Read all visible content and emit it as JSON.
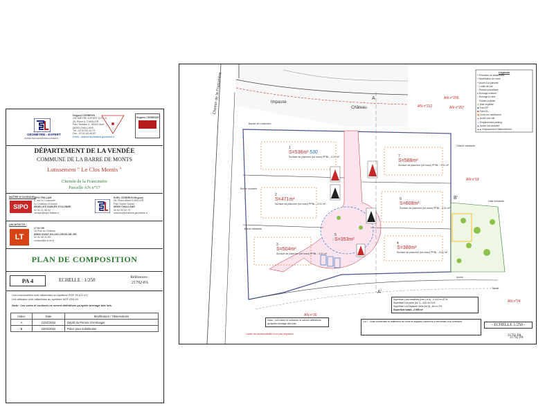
{
  "title_block": {
    "firm_name": "GÉOMÈTRE - EXPERT",
    "firm_tagline": "ORDRE DES GÉOMÈTRES-EXPERTS",
    "office_lines": [
      "Hugues CESBRON",
      "GÉOMÈTRE EXPERT D.P.L.G",
      "28, Place A. EVEILLER",
      "Parc Tertiaire 4 - 85300 Aizé",
      "85300 CHALLANS",
      "Tél : 02.51.93.43.79",
      "Fax : 02.51.93.45.53",
      "email : cesbron@challans.geometre.fr"
    ],
    "office_badge": "Hugues CESBRON",
    "department": "DÉPARTEMENT DE LA VENDÉE",
    "commune": "COMMUNE DE LA BARRE DE MONTS",
    "lotissement": "Lotissement \" Le Clos Montis \"",
    "chemin": "Chemin de la Franciniére",
    "parcelle": "Parcelle AN n°17",
    "maitre_ouvrage_label": "MAÎTRE D'OUVRAGE :",
    "maitre_ouvrage_logo": "SIPO",
    "maitre_ouvrage_lines": [
      "SIPO FHILLAM",
      "8, rue Le Corbusier",
      "Le Château d'Olonne",
      "85180 LES SABLES D'OLONNE",
      "02 51 21 06 02",
      "contact@sipo.fhillam.fr"
    ],
    "geometre_lines": [
      "EURL CESBRON Hugues",
      "28, Place Albert EVEILLER",
      "Pôle Sud'or Océan",
      "85300 CHALLANS",
      "02 51 93 43 79",
      "cesbron@challans.geometre.fr"
    ],
    "architecte_label": "ARCHITECTE :",
    "architecte_logo": "LT",
    "architecte_lines": [
      "LT IN LM",
      "20 Rue du Château",
      "85800 SAINT-GILLES-CROIX-DE-VIE",
      "02 51 55 31 69",
      "contact@lt-in-lm.fr"
    ],
    "plan_title": "PLAN DE COMPOSITION",
    "pa_code": "PA 4",
    "echelle": "ECHELLE : 1/250",
    "references_label": "Références :",
    "references_value": "21792-PA",
    "notes": [
      "Les coordonnées sont rattachées au système RGF 93 (CC47)",
      "Les altitudes sont rattachées au système NGF IGN 69"
    ],
    "note_bold": "Nota : Les cotes et surfaces ne seront définitives qu'après bornage des lots.",
    "indices_headers": [
      "Indice",
      "Date",
      "Modification / Observations"
    ],
    "indices": [
      {
        "indice": "A",
        "date": "21/01/2022",
        "obs": "Dépôt du Permis d'Aménager"
      },
      {
        "indice": "B",
        "date": "22/02/2022",
        "obs": "Pièce pour substitution"
      }
    ]
  },
  "plan": {
    "roads": [
      "Impasse",
      "Château",
      "Chemin de la Franciniére"
    ],
    "parcels": [
      "AN n°206",
      "AN n°212",
      "AN n°207",
      "AN n°18",
      "AN n°26",
      "AN n°24"
    ],
    "lots": [
      {
        "num": "1",
        "surface": "S=536m²",
        "note": "530",
        "plancher": "Surface de plancher (lot maxi) PPBL : 3.01 m²"
      },
      {
        "num": "2",
        "surface": "S=471m²",
        "plancher": "Surface de plancher (lot maxi) PPBL : 3.01 m²"
      },
      {
        "num": "3",
        "surface": "S=504m²",
        "plancher": "Surface de plancher (lot maxi) PPBL : 3.01 m²"
      },
      {
        "num": "4",
        "surface": "S=380m²",
        "plancher": "Surface de plancher (lot maxi) PPBL : 3.01 m²"
      },
      {
        "num": "5",
        "surface": "S=353m²",
        "plancher": ""
      },
      {
        "num": "6",
        "surface": "S=608m²",
        "plancher": "Surface de plancher (lot maxi) PPBL : 3.01 m²"
      },
      {
        "num": "7",
        "surface": "S=588m²",
        "plancher": "Surface de plancher (lot maxi) PPBL : 3.01 m²"
      }
    ],
    "markers": {
      "A": "A",
      "A_prime": "A'",
      "B_prime": "B'"
    },
    "legend_title": "Légende",
    "legend_items": [
      "Périmètre du lotissement",
      "Modification de voirie",
      "Accès à la parcelle",
      "Limite de lots",
      "Division parcellaire",
      "Bornage existant",
      "Bornage à créer",
      "Clôture projetée",
      "Haie végétale",
      "Point EP",
      "Point EU",
      "Zone non aedificandi",
      "Accès aux lots",
      "Emplacement parking",
      "Accès non autorisé",
      "Emplacement Stationnement"
    ],
    "surfaces_table": [
      "Superficie Lots cessibles (lots 1 à 6)...3 442 m² 87%",
      "Superficie Lot voirie (lot 7)...433 m² 11%",
      "Superficie Lot Espaces Verts (lot 8)...84 m² 2%",
      "Superficie totale...3 959 m²"
    ],
    "voirie_note": "Lot 7 : Note concernant le traitement de voirie et espaces communs à rétrocéder à la commune.",
    "warning_red": "Limite de constructibilité à ne pas dépasser",
    "surfaces_note": "Nota : Les cotes et surfaces ne seront définitives qu'après bornage des lots.",
    "echelle_bottom": "- ECHELLE 1/250 -",
    "ref_bottom": "21792 PA",
    "ref_right": "21792 PA",
    "misc_labels": [
      "Bande de roulement",
      "Clôture existante",
      "Accès",
      "Haie existante",
      "Muret",
      "Borne nouvelle",
      "Borne existante"
    ]
  },
  "colors": {
    "accent_green": "#2e7d32",
    "accent_red": "#c62828",
    "accent_blue": "#1565c0",
    "road_pink": "#f2c6d8",
    "greenery": "#8bc34a"
  }
}
